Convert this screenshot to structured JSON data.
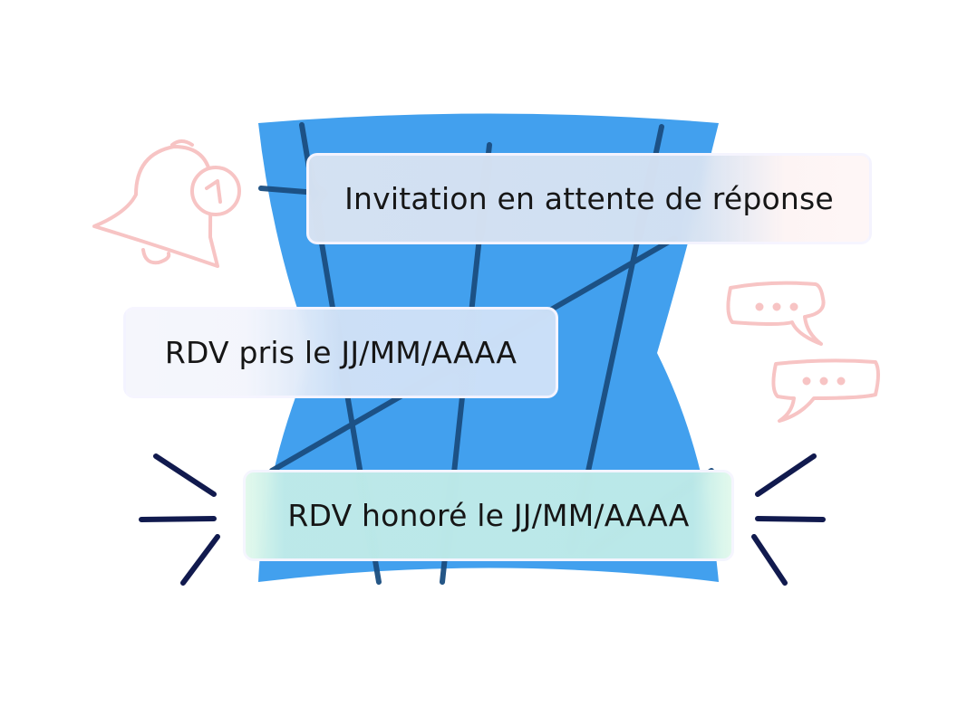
{
  "cards": [
    {
      "label": "Invitation en attente de réponse",
      "tint": "#d8e4f2"
    },
    {
      "label": "RDV pris le JJ/MM/AAAA",
      "tint": "#d0e2f8"
    },
    {
      "label": "RDV honoré le JJ/MM/AAAA",
      "tint": "#bfeae8"
    }
  ],
  "decorations": {
    "bell_icon": {
      "badge": "1",
      "color": "#f5c2c2"
    },
    "chat_bubbles_icon": {
      "count": 2,
      "color": "#f5c2c2"
    },
    "sparkle_lines": {
      "color": "#111a4e"
    },
    "background_shape": {
      "fill": "#42a0ee",
      "line_color": "#1a4d80"
    }
  }
}
